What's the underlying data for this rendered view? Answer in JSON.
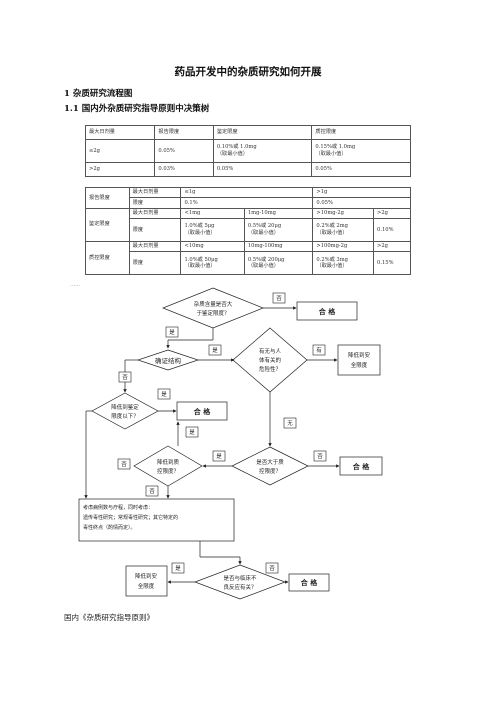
{
  "title": "药品开发中的杂质研究如何开展",
  "h1": "1  杂质研究流程图",
  "h2": "1.1  国内外杂质研究指导原则中决策树",
  "table1": {
    "headers": [
      "最大日剂量",
      "报告限度",
      "鉴定限度",
      "质控限度"
    ],
    "rows": [
      [
        "≤2g",
        "0.05%",
        "0.10%或 1.0mg\n（取最小值）",
        "0.15%或 1.0mg\n（取最小值）"
      ],
      [
        ">2g",
        "0.03%",
        "0.05%",
        "0.05%"
      ]
    ]
  },
  "table2": {
    "g1": {
      "label": "报告限度",
      "r1": [
        "最大日剂量",
        "≤1g",
        ">1g"
      ],
      "r2": [
        "限度",
        "0.1%",
        "0.05%"
      ]
    },
    "g2": {
      "label": "鉴定限度",
      "r1": [
        "最大日剂量",
        "<1mg",
        "1mg-10mg",
        ">10mg-2g",
        ">2g"
      ],
      "r2": [
        "限度",
        "1.0%或 5μg\n（取最小值）",
        "0.5%或 20μg\n（取最小值）",
        "0.2%或 2mg\n（取最小值）",
        "0.10%"
      ]
    },
    "g3": {
      "label": "质控限度",
      "r1": [
        "最大日剂量",
        "<10mg",
        "10mg-100mg",
        ">100mg-2g",
        ">2g"
      ],
      "r2": [
        "限度",
        "1.0%或 50μg\n（取最小值）",
        "0.5%或 200μg\n（取最小值）",
        "0.2%或 3mg\n（取最小值）",
        "0.15%"
      ]
    }
  },
  "overlap": "……",
  "flow": {
    "d1": [
      "杂质含量是否大",
      "于鉴定限度？"
    ],
    "no1": "否",
    "pass1": "合  格",
    "yes1": "是",
    "identify": "确证结构",
    "yes2": "是",
    "d2": [
      "有无与人",
      "体有关的",
      "危险性？"
    ],
    "has": "有",
    "lower1": [
      "降低到安",
      "全限度"
    ],
    "no2": "否",
    "d3": [
      "降低到鉴定",
      "限度以下？"
    ],
    "yes3": "是",
    "pass2": "合  格",
    "yes4": "是",
    "none": "无",
    "d4": [
      "是否大于质",
      "控限度？"
    ],
    "yes5": "是",
    "no3": "否",
    "pass3": "合  格",
    "d5": [
      "降低到质",
      "控限度？"
    ],
    "no4": "否",
    "no5": "否",
    "consider": [
      "考虑病例数与疗程，同时考虑：",
      "遗传毒性研究；常规毒性研究；其它特定的",
      "毒性终点（酌情而定）。"
    ],
    "lower2": [
      "降低到安",
      "全限度"
    ],
    "yes6": "是",
    "no6": "否",
    "d6": [
      "是否与临床不",
      "良反应有关？"
    ],
    "pass4": "合  格"
  },
  "caption": "国内《杂质研究指导原则》"
}
